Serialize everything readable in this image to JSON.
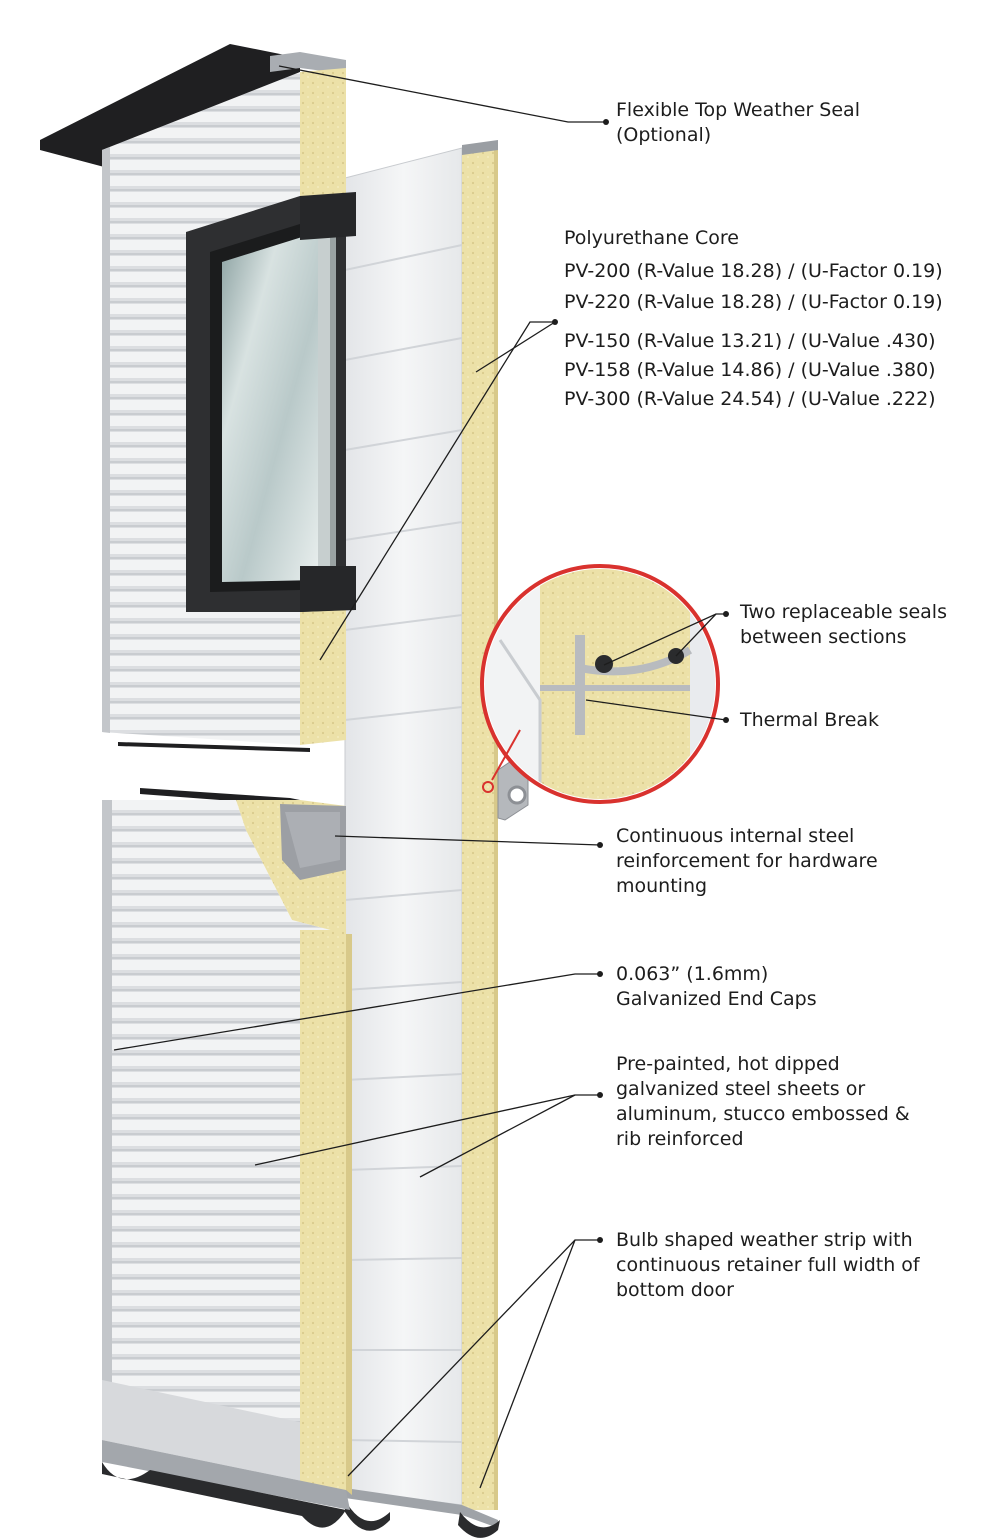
{
  "colors": {
    "foam": "#ece1a8",
    "foam_shadow": "#d8c98a",
    "panel_face": "#f1f2f3",
    "panel_shade": "#dfe1e4",
    "rib": "#c9ccd0",
    "frame": "#2e2f31",
    "cap": "#b9bcc0",
    "seal": "#222222",
    "callout_ring": "#d9322e",
    "text": "#1d1d1d"
  },
  "callouts": {
    "top_seal": {
      "lines": [
        "Flexible Top Weather Seal",
        "(Optional)"
      ]
    },
    "core": {
      "title": "Polyurethane Core",
      "group_a": [
        "PV-200 (R-Value 18.28) / (U-Factor 0.19)",
        "PV-220 (R-Value 18.28) / (U-Factor 0.19)"
      ],
      "group_b": [
        "PV-150 (R-Value 13.21) / (U-Value .430)",
        "PV-158 (R-Value 14.86) / (U-Value .380)",
        "PV-300 (R-Value 24.54) / (U-Value .222)"
      ]
    },
    "seals": {
      "lines": [
        "Two replaceable seals",
        "between sections"
      ]
    },
    "thermal": {
      "lines": [
        "Thermal Break"
      ]
    },
    "steel": {
      "lines": [
        "Continuous internal steel",
        "reinforcement for hardware",
        "mounting"
      ]
    },
    "endcaps": {
      "lines": [
        "0.063” (1.6mm)",
        "Galvanized End Caps"
      ]
    },
    "sheets": {
      "lines": [
        "Pre-painted, hot dipped",
        "galvanized steel sheets or",
        "aluminum, stucco embossed &",
        "rib reinforced"
      ]
    },
    "weather": {
      "lines": [
        "Bulb shaped weather strip with",
        "continuous retainer full width of",
        "bottom door"
      ]
    }
  }
}
